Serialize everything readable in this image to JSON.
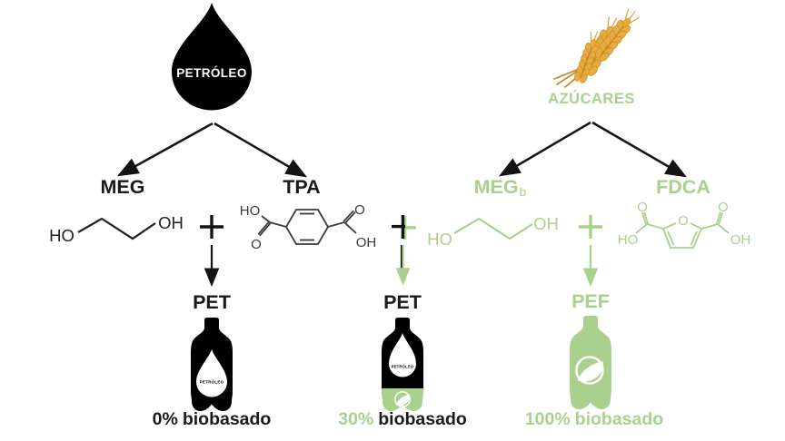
{
  "colors": {
    "accent_green": "#a9d18e",
    "black": "#000000",
    "structure_ink": "#3a3a3a",
    "wheat_gold": "#e8ab3e",
    "wheat_stem": "#c08a26"
  },
  "sources": {
    "petroleum": {
      "label": "PETRÓLEO"
    },
    "sugars": {
      "label": "AZÚCARES"
    }
  },
  "monomers": {
    "meg": {
      "label": "MEG"
    },
    "tpa": {
      "label": "TPA"
    },
    "meg_b": {
      "label": "MEG",
      "subscript": "b"
    },
    "fdca": {
      "label": "FDCA"
    }
  },
  "structures": {
    "eg_petro": {
      "ho": "HO",
      "oh": "OH"
    },
    "tpa": {
      "ho": "HO",
      "o_left": "O",
      "o_right": "O",
      "oh": "OH"
    },
    "eg_bio": {
      "ho": "HO",
      "oh": "OH"
    },
    "fdca": {
      "o_left": "O",
      "o_ring": "O",
      "o_right": "O",
      "ho": "HO",
      "oh": "OH"
    }
  },
  "products": [
    {
      "name": "PET",
      "pct": "0%",
      "word": "biobasado",
      "drop_label": "PETRÓLEO"
    },
    {
      "name": "PET",
      "pct": "30%",
      "word": "biobasado",
      "drop_label": "PETRÓLEO"
    },
    {
      "name": "PEF",
      "pct": "100%",
      "word": "biobasado"
    }
  ]
}
